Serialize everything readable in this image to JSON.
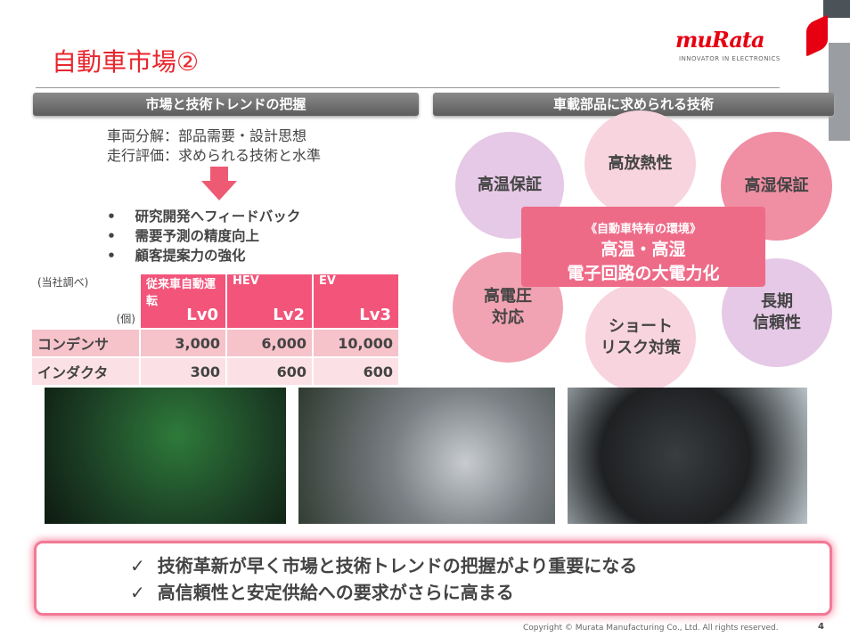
{
  "title": "自動車市場②",
  "logo": {
    "name": "muRata",
    "tagline": "INNOVATOR IN ELECTRONICS"
  },
  "left_header": "市場と技術トレンドの把握",
  "right_header": "車載部品に求められる技術",
  "lines": [
    "車両分解：部品需要・設計思想",
    "走行評価：求められる技術と水準"
  ],
  "bullets": [
    "研究開発へフィードバック",
    "需要予測の精度向上",
    "顧客提案力の強化"
  ],
  "table": {
    "note": "(当社調べ)",
    "unit": "(個)",
    "columns": [
      {
        "name": "従来車自動運転",
        "level": "Lv0"
      },
      {
        "name": "HEV",
        "level": "Lv2"
      },
      {
        "name": "EV",
        "level": "Lv3"
      }
    ],
    "rows": [
      {
        "label": "コンデンサ",
        "values": [
          "3,000",
          "6,000",
          "10,000"
        ]
      },
      {
        "label": "インダクタ",
        "values": [
          "300",
          "600",
          "600"
        ]
      }
    ]
  },
  "circles": [
    "高温保証",
    "高放熱性",
    "高湿保証",
    "高電圧\n対応",
    "ショート\nリスク対策",
    "長期\n信頼性"
  ],
  "center": {
    "sub": "《自動車特有の環境》",
    "line1": "高温・高湿",
    "line2": "電子回路の大電力化"
  },
  "conclusions": [
    "技術革新が早く市場と技術トレンドの把握がより重要になる",
    "高信頼性と安定供給への要求がさらに高まる"
  ],
  "check": "✓",
  "copyright": "Copyright © Murata Manufacturing Co., Ltd. All rights reserved.",
  "page": "4"
}
